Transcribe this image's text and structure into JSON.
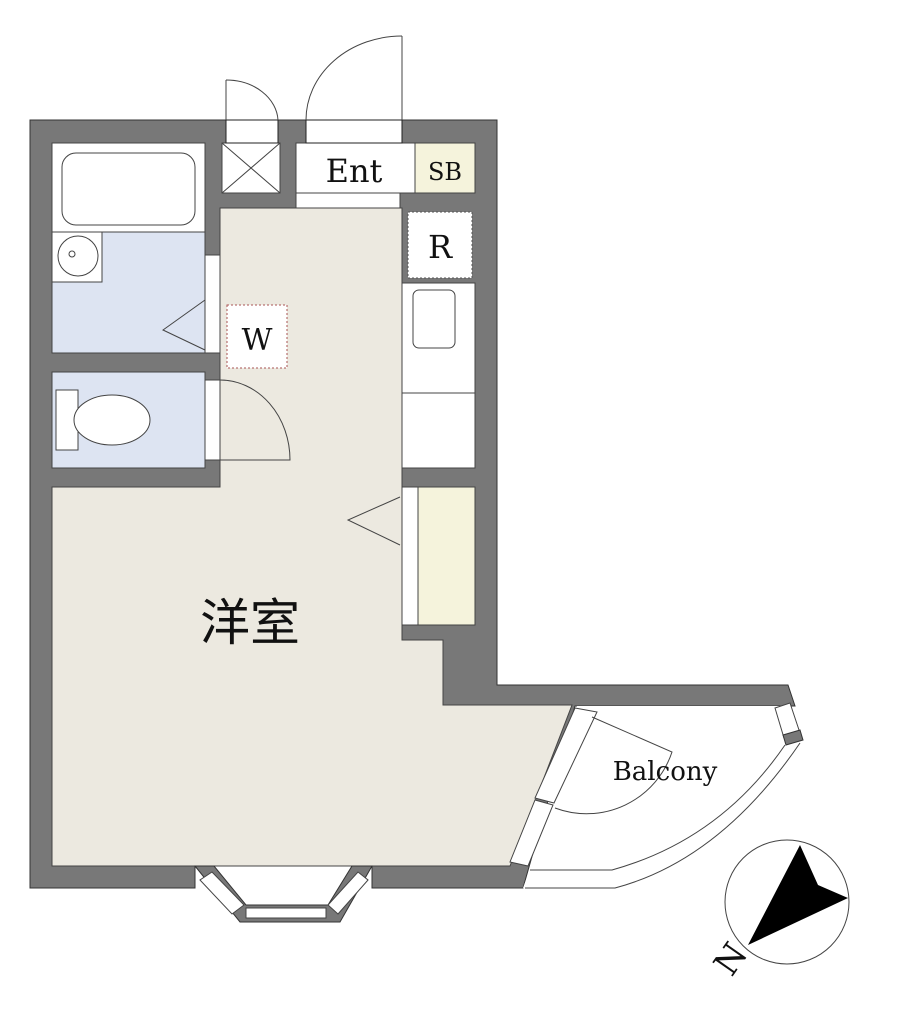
{
  "rooms": {
    "entrance": "Ent",
    "shoe_box": "SB",
    "refrigerator": "R",
    "washer": "W",
    "western_room": "洋室",
    "balcony": "Balcony"
  },
  "compass": {
    "north_label": "N"
  },
  "colors": {
    "wall": "#787878",
    "floor": "#ece9e0",
    "wet_area": "#dde4f2",
    "storage": "#f5f3dc"
  }
}
